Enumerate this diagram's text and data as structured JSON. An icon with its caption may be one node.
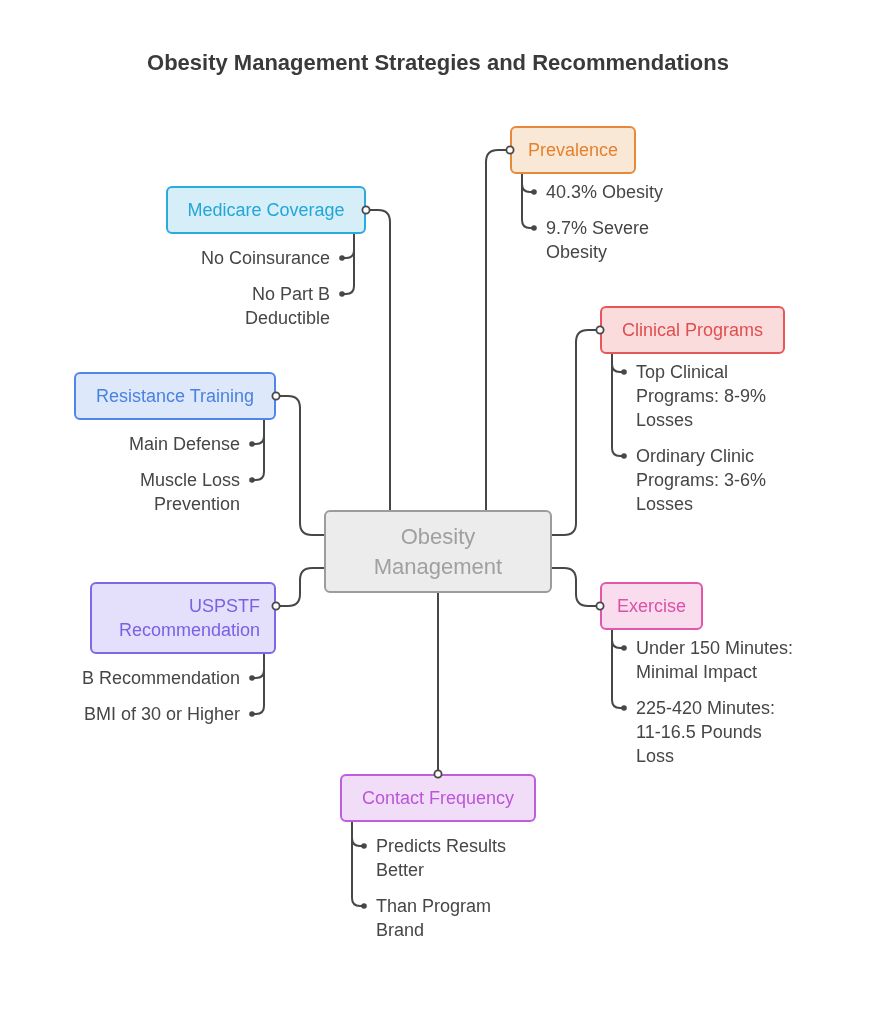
{
  "diagram": {
    "title": "Obesity Management Strategies and Recommendations",
    "nodes": [
      {
        "text": [
          "Obesity Management"
        ]
      },
      {
        "text": [
          "Prevalence"
        ]
      },
      {
        "text": [
          "40.3% Obesity"
        ]
      },
      {
        "text": [
          "9.7% Severe Obesity"
        ]
      },
      {
        "text": [
          "Medicare Coverage"
        ]
      },
      {
        "text": [
          "No Coinsurance"
        ]
      },
      {
        "text": [
          "No Part B Deductible"
        ]
      },
      {
        "text": [
          "Clinical Programs"
        ]
      },
      {
        "text": [
          "Top Clinical Programs: 8-9% Losses"
        ]
      },
      {
        "text": [
          "Ordinary Clinic Programs: 3-6% Losses"
        ]
      },
      {
        "text": [
          "Resistance Training"
        ]
      },
      {
        "text": [
          "Main Defense"
        ]
      },
      {
        "text": [
          "Muscle Loss Prevention"
        ]
      },
      {
        "text": [
          "USPSTF Recommendation"
        ]
      },
      {
        "text": [
          "B Recommendation"
        ]
      },
      {
        "text": [
          "BMI of 30 or Higher"
        ]
      },
      {
        "text": [
          "Exercise"
        ]
      },
      {
        "text": [
          "Under 150 Minutes: Minimal Impact"
        ]
      },
      {
        "text": [
          "225-420 Minutes: 11-16.5 Pounds Loss"
        ]
      },
      {
        "text": [
          "Contact Frequency"
        ]
      },
      {
        "text": [
          "Predicts Results Better"
        ]
      },
      {
        "text": [
          "Than Program Brand"
        ]
      }
    ],
    "edges": [
      {
        "from": 0,
        "to": 1,
        "arrow": "other"
      },
      {
        "from": 1,
        "to": 2,
        "arrow": "other"
      },
      {
        "from": 1,
        "to": 3,
        "arrow": "other"
      },
      {
        "from": 0,
        "to": 4,
        "arrow": "other"
      },
      {
        "from": 4,
        "to": 5,
        "arrow": "other"
      },
      {
        "from": 4,
        "to": 6,
        "arrow": "other"
      },
      {
        "from": 0,
        "to": 7,
        "arrow": "other"
      },
      {
        "from": 7,
        "to": 8,
        "arrow": "other"
      },
      {
        "from": 7,
        "to": 9,
        "arrow": "other"
      },
      {
        "from": 0,
        "to": 10,
        "arrow": "other"
      },
      {
        "from": 10,
        "to": 11,
        "arrow": "other"
      },
      {
        "from": 10,
        "to": 12,
        "arrow": "other"
      },
      {
        "from": 0,
        "to": 13,
        "arrow": "other"
      },
      {
        "from": 13,
        "to": 14,
        "arrow": "other"
      },
      {
        "from": 13,
        "to": 15,
        "arrow": "other"
      },
      {
        "from": 0,
        "to": 16,
        "arrow": "other"
      },
      {
        "from": 16,
        "to": 17,
        "arrow": "other"
      },
      {
        "from": 16,
        "to": 18,
        "arrow": "other"
      },
      {
        "from": 0,
        "to": 19,
        "arrow": "other"
      },
      {
        "from": 19,
        "to": 20,
        "arrow": "other"
      },
      {
        "from": 19,
        "to": 21,
        "arrow": "other"
      }
    ]
  }
}
